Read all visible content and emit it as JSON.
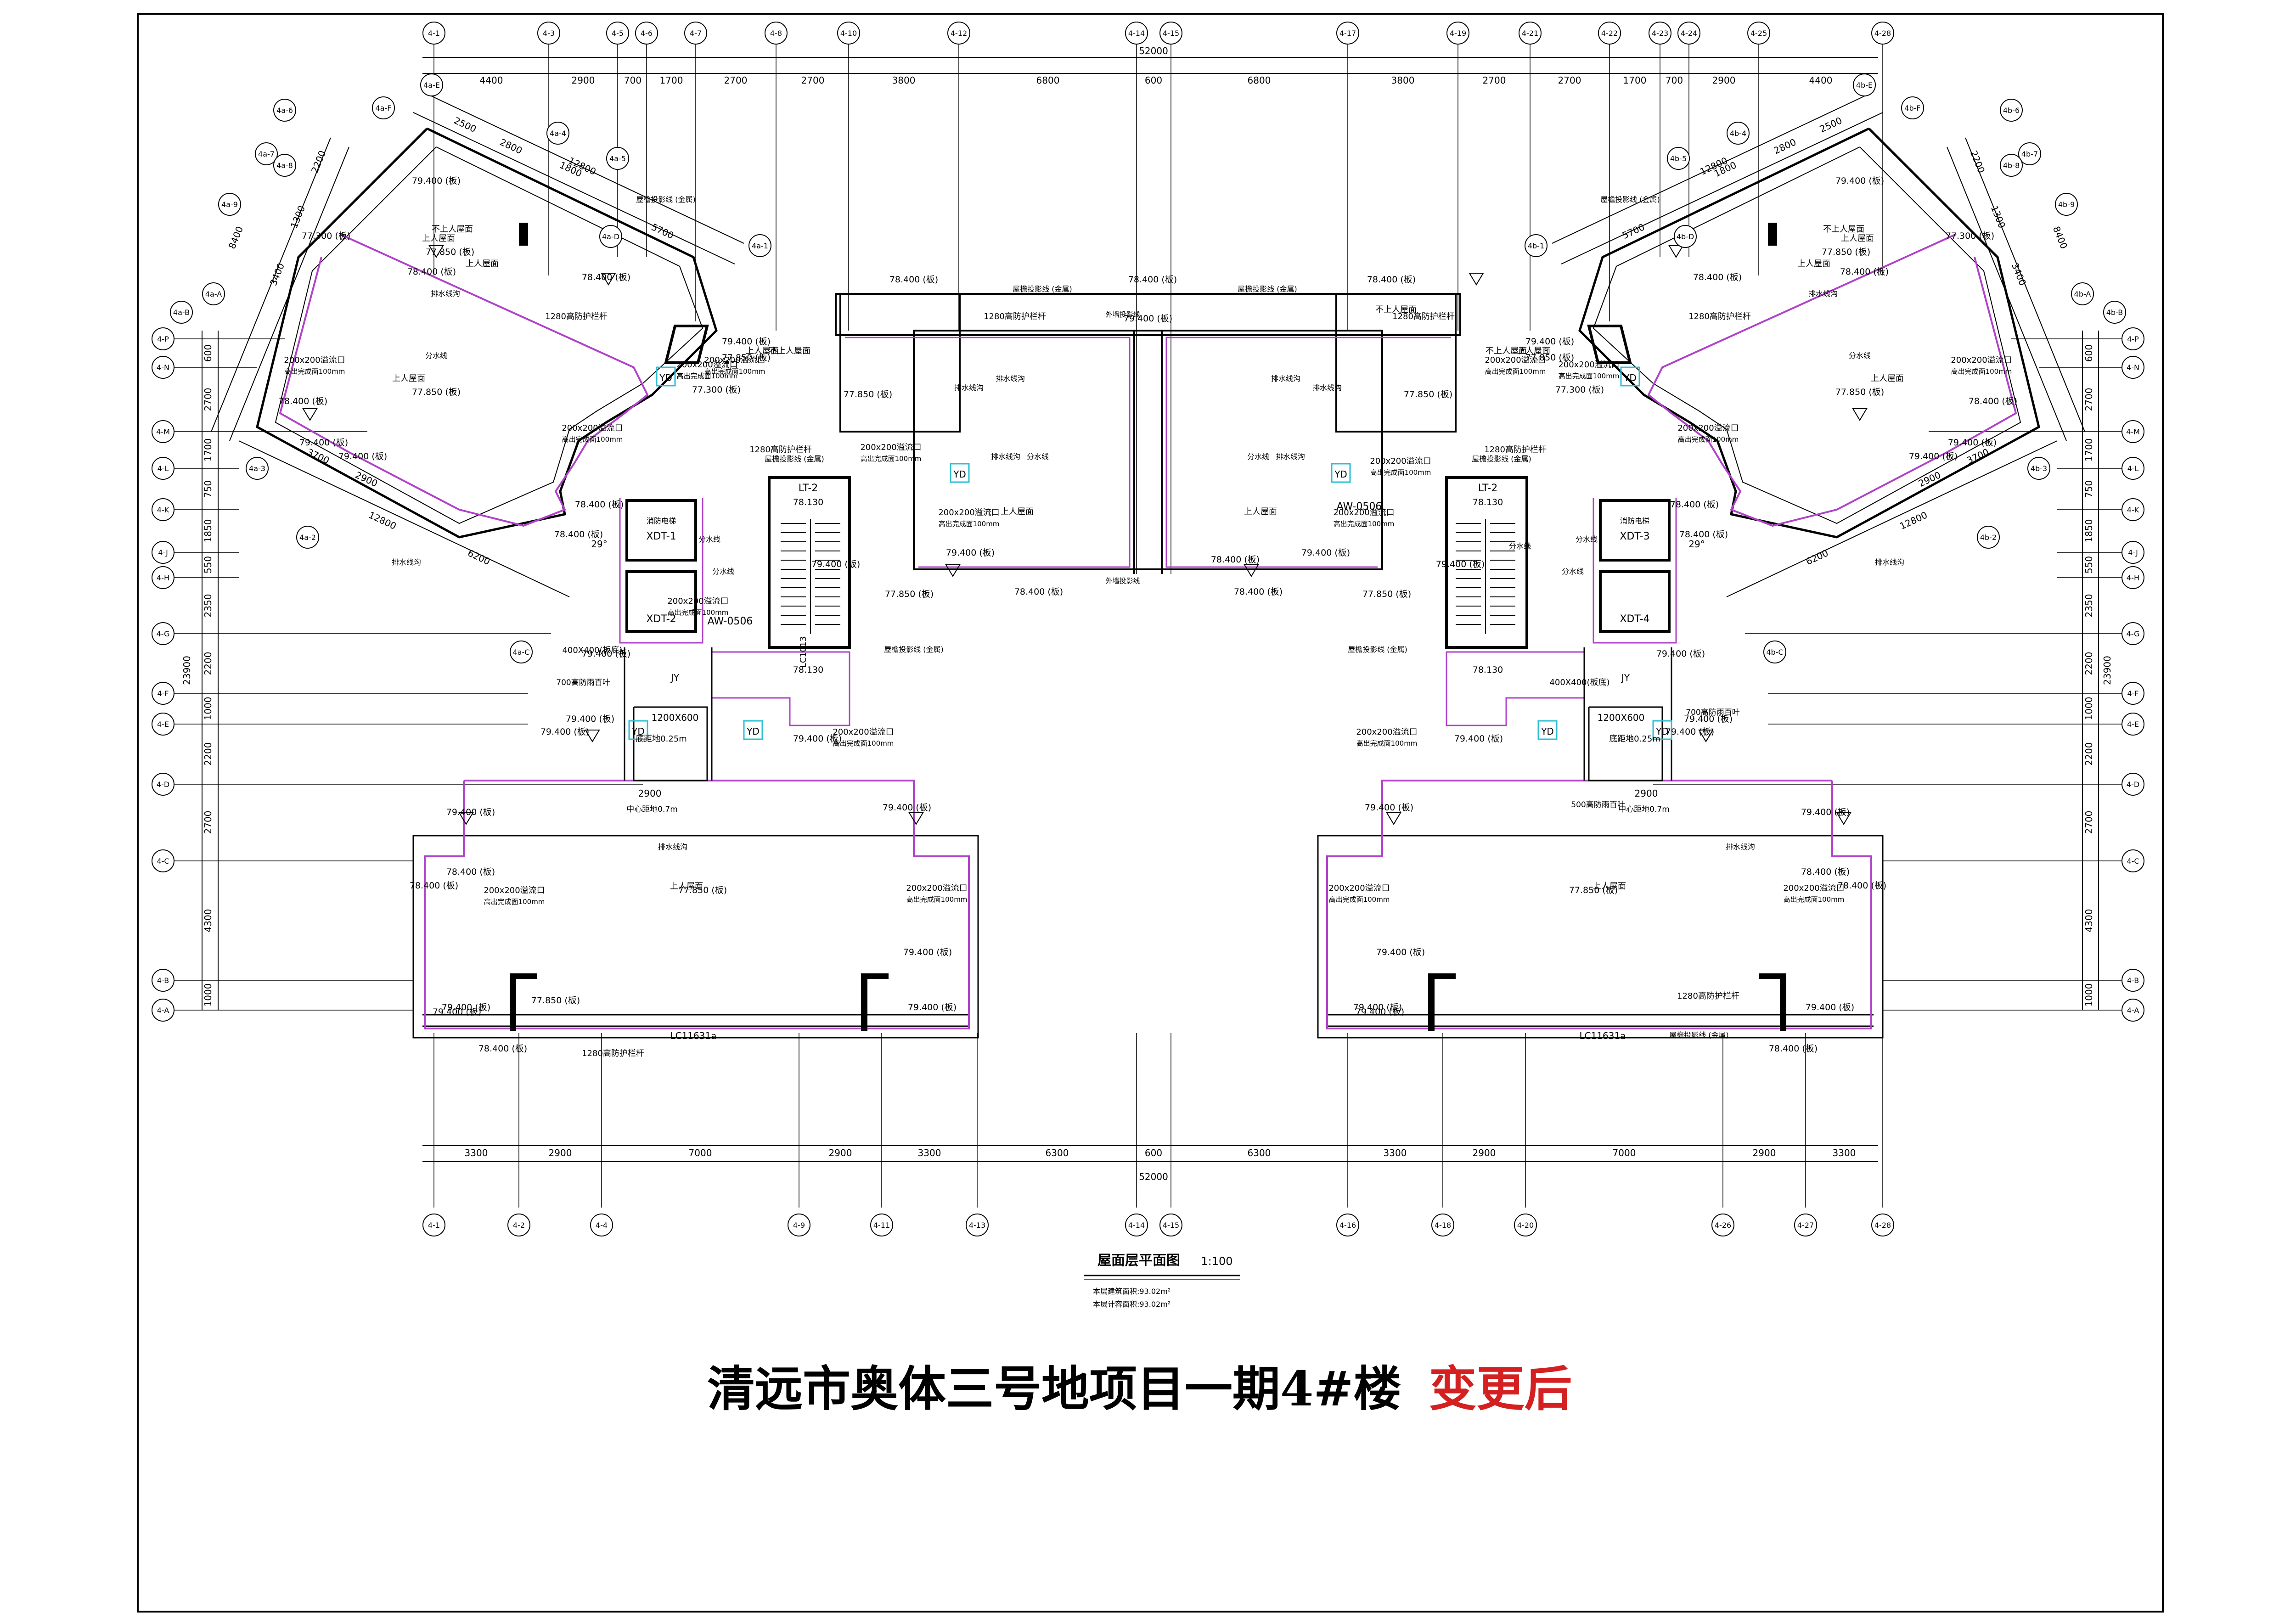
{
  "drawing": {
    "title": "屋面层平面图",
    "scale": "1:100",
    "area_building": "本层建筑面积:93.02m²",
    "area_counted": "本层计容面积:93.02m²",
    "project_title": "清远市奥体三号地项目一期4#楼",
    "status_label": "变更后",
    "total_width_label": "52000",
    "total_height_label": "23900"
  },
  "colors": {
    "line": "#000000",
    "parapet": "#b041c9",
    "fixture": "#2bbfd4",
    "status": "#d42020"
  },
  "axes": {
    "top": [
      "4-1",
      "4-3",
      "4-5",
      "4-6",
      "4-7",
      "4-8",
      "4-10",
      "4-12",
      "4-14",
      "4-15",
      "4-17",
      "4-19",
      "4-21",
      "4-22",
      "4-23",
      "4-24",
      "4-25",
      "4-28"
    ],
    "bottom": [
      "4-1",
      "4-2",
      "4-4",
      "4-9",
      "4-11",
      "4-13",
      "4-14",
      "4-15",
      "4-16",
      "4-18",
      "4-20",
      "4-26",
      "4-27",
      "4-28"
    ],
    "left": [
      "4-P",
      "4-N",
      "4-M",
      "4-L",
      "4-K",
      "4-J",
      "4-H",
      "4-G",
      "4-F",
      "4-E",
      "4-D",
      "4-C",
      "4-B",
      "4-A"
    ],
    "right": [
      "4-P",
      "4-N",
      "4-M",
      "4-L",
      "4-K",
      "4-J",
      "4-H",
      "4-G",
      "4-F",
      "4-E",
      "4-D",
      "4-C",
      "4-B",
      "4-A"
    ],
    "wing_left": [
      "4a-1",
      "4a-2",
      "4a-3",
      "4a-4",
      "4a-5",
      "4a-6",
      "4a-7",
      "4a-8",
      "4a-9",
      "4a-A",
      "4a-B",
      "4a-C",
      "4a-D",
      "4a-E",
      "4a-F"
    ],
    "wing_right": [
      "4b-1",
      "4b-2",
      "4b-3",
      "4b-4",
      "4b-5",
      "4b-6",
      "4b-7",
      "4b-8",
      "4b-9",
      "4b-A",
      "4b-B",
      "4b-C",
      "4b-D",
      "4b-E",
      "4b-F"
    ]
  },
  "dims": {
    "top": [
      "4400",
      "2900",
      "700",
      "1700",
      "2700",
      "2700",
      "3800",
      "6800",
      "600",
      "6800",
      "3800",
      "2700",
      "2700",
      "1700",
      "700",
      "2900",
      "4400"
    ],
    "bottom": [
      "3300",
      "2900",
      "7000",
      "2900",
      "3300",
      "6300",
      "600",
      "6300",
      "3300",
      "2900",
      "7000",
      "2900",
      "3300"
    ],
    "left": [
      "600",
      "2700",
      "1700",
      "750",
      "1850",
      "550",
      "2350",
      "2200",
      "1000",
      "2200",
      "2700",
      "4300",
      "1000"
    ],
    "right": [
      "600",
      "2700",
      "1700",
      "750",
      "1850",
      "550",
      "2350",
      "2200",
      "1000",
      "2200",
      "2700",
      "4300",
      "1000"
    ],
    "wing_left": [
      "2500",
      "2800",
      "1800",
      "12800",
      "5700",
      "2200",
      "1300",
      "3400",
      "8400",
      "3700",
      "2900",
      "12800",
      "6200"
    ],
    "wing_right": [
      "2500",
      "2800",
      "1800",
      "12800",
      "5700",
      "2200",
      "1300",
      "3400",
      "8400",
      "3700",
      "2900",
      "12800",
      "6200"
    ]
  },
  "labels": {
    "elev_7840": "78.400 (板)",
    "elev_7940": "79.400 (板)",
    "elev_7785": "77.850 (板)",
    "elev_7730": "77.300 (板)",
    "elev_7813": "78.130",
    "drain": "200x200溢流口",
    "drain_height": "高出完成面100mm",
    "guard": "1280高防护栏杆",
    "roof_up": "上人屋面",
    "roof_noup": "不上人屋面",
    "eave_line": "屋檐投影线 (金属)",
    "rain_gutter": "排水线沟",
    "water_line": "分水线",
    "lift_lt2": "LT-2",
    "xdt1": "XDT-1",
    "xdt2": "XDT-2",
    "xdt3": "XDT-3",
    "xdt4": "XDT-4",
    "fire_lift": "消防电梯",
    "aw": "AW-0506",
    "yd": "YD",
    "jy": "JY",
    "lc": "LC11631a",
    "lc_vert": "LC1013",
    "window_1200": "1200X600",
    "sill": "底距地0.25m",
    "center_h": "中心距地0.7m",
    "w_2900": "2900",
    "louver_700": "700高防雨百叶",
    "louver_500": "500高防雨百叶",
    "louver_400": "400X400(板底)",
    "angle": "29°",
    "facade_line": "外墙投影线"
  }
}
